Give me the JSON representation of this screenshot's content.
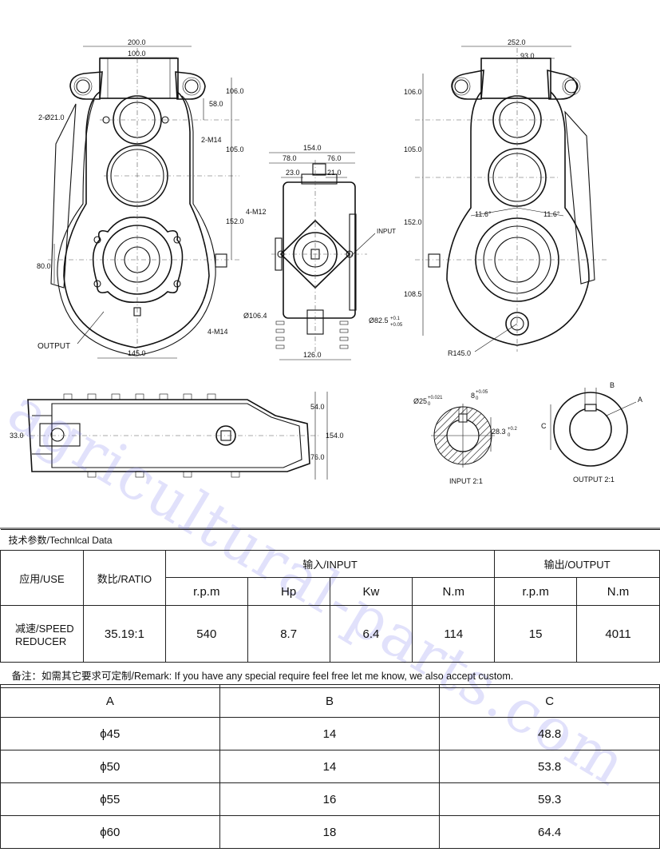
{
  "drawing": {
    "front_view": {
      "dims": [
        "200.0",
        "100.0",
        "106.0",
        "58.0",
        "105.0",
        "152.0",
        "145.0",
        "80.0"
      ],
      "labels": [
        "2-Ø21.0",
        "2-M14",
        "4-M14",
        "OUTPUT"
      ]
    },
    "side_view": {
      "dims": [
        "154.0",
        "78.0",
        "76.0",
        "23.0",
        "21.0",
        "126.0"
      ],
      "labels": [
        "4-M12",
        "INPUT",
        "Ø106.4",
        "Ø82.5",
        "+0.1",
        "+0.05"
      ]
    },
    "rear_view": {
      "dims": [
        "252.0",
        "93.0",
        "106.0",
        "105.0",
        "152.0",
        "108.5",
        "11.6°",
        "11.6°",
        "R145.0"
      ]
    },
    "bottom_view": {
      "dims": [
        "54.0",
        "154.0",
        "76.0",
        "33.0"
      ]
    },
    "input_detail": {
      "labels": [
        "Ø25",
        "+0.021",
        "0",
        "8",
        "+0.05",
        "0",
        "28.3",
        "+0.2",
        "0"
      ],
      "caption": "INPUT 2:1"
    },
    "output_detail": {
      "labels": [
        "A",
        "B",
        "C"
      ],
      "caption": "OUTPUT 2:1"
    },
    "watermark": "agricultural-parts.com"
  },
  "tech": {
    "title": "技术参数/Technlcal Data",
    "use_header": "应用/USE",
    "ratio_header": "数比/RATIO",
    "input_header": "输入/INPUT",
    "output_header": "输出/OUTPUT",
    "sub_headers": [
      "r.p.m",
      "Hp",
      "Kw",
      "N.m",
      "r.p.m",
      "N.m"
    ],
    "row": {
      "use": "减速/SPEED REDUCER",
      "ratio": "35.19:1",
      "values": [
        "540",
        "8.7",
        "6.4",
        "114",
        "15",
        "4011"
      ]
    },
    "remark": "备注：如需其它要求可定制/Remark: If you have any special require feel free let me know, we also accept custom."
  },
  "keys": {
    "headers": [
      "A",
      "B",
      "C"
    ],
    "rows": [
      [
        "ϕ45",
        "14",
        "48.8"
      ],
      [
        "ϕ50",
        "14",
        "53.8"
      ],
      [
        "ϕ55",
        "16",
        "59.3"
      ],
      [
        "ϕ60",
        "18",
        "64.4"
      ]
    ]
  }
}
